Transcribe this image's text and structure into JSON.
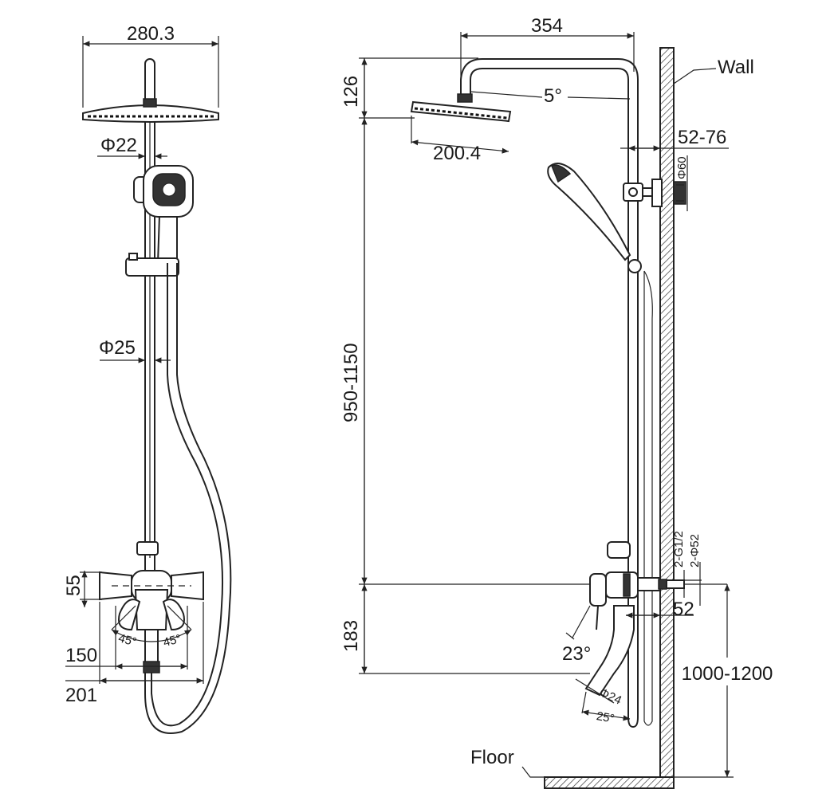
{
  "title": "Shower system dimension drawing",
  "front_view": {
    "head_width": "280.3",
    "pipe_diameter_upper": "Φ22",
    "pipe_diameter_lower": "Φ25",
    "mixer_height": "55",
    "handle_angle_left": "45°",
    "handle_angle_right": "45°",
    "inner_width": "150",
    "outer_width": "201"
  },
  "side_view": {
    "arm_length": "354",
    "head_drop": "126",
    "head_tilt": "5°",
    "head_diameter": "200.4",
    "wall_offset": "52-76",
    "bracket_diameter": "Φ60",
    "riser_height": "950-1150",
    "inlet_thread": "2-G1/2",
    "cover_diameter": "2-Φ52",
    "mixer_depth": "52",
    "spout_height": "183",
    "lever_angle": "23°",
    "spout_diameter": "Φ24",
    "spout_angle": "25°",
    "install_height": "1000-1200",
    "wall_label": "Wall",
    "floor_label": "Floor"
  },
  "colors": {
    "line": "#222222",
    "background": "#ffffff"
  }
}
